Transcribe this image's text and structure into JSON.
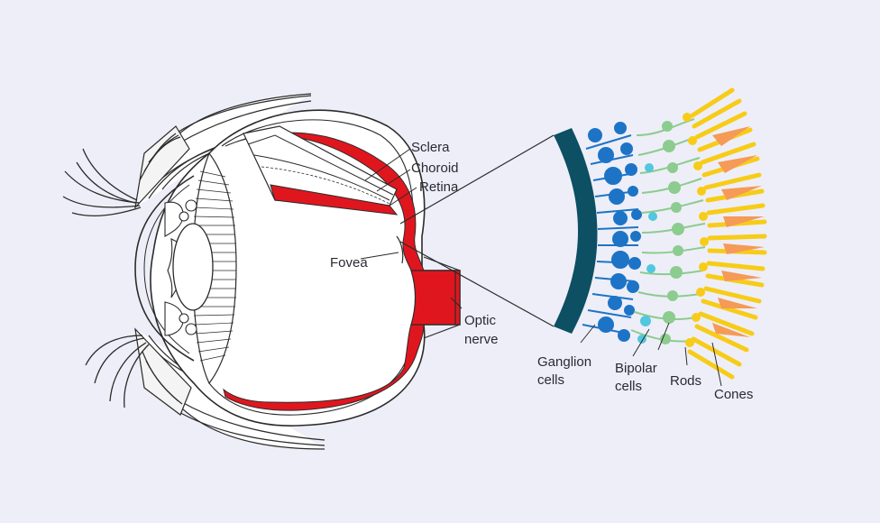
{
  "labels": {
    "sclera": "Sclera",
    "choroid": "Choroid",
    "retina": "Retina",
    "fovea": "Fovea",
    "optic_nerve_line1": "Optic",
    "optic_nerve_line2": "nerve",
    "ganglion_line1": "Ganglion",
    "ganglion_line2": "cells",
    "bipolar_line1": "Bipolar",
    "bipolar_line2": "cells",
    "rods": "Rods",
    "cones": "Cones"
  },
  "colors": {
    "background": "#eeeef8",
    "retina": "#e0161e",
    "outline": "#2b2b2b",
    "retina_band": "#0d4f63",
    "ganglion_cells": "#1d74c6",
    "bipolar_cells": "#8ccc8f",
    "bipolar_cyan": "#52c7df",
    "rods": "#f7cc18",
    "cones": "#f59a57",
    "label_text": "#2a2a33"
  }
}
